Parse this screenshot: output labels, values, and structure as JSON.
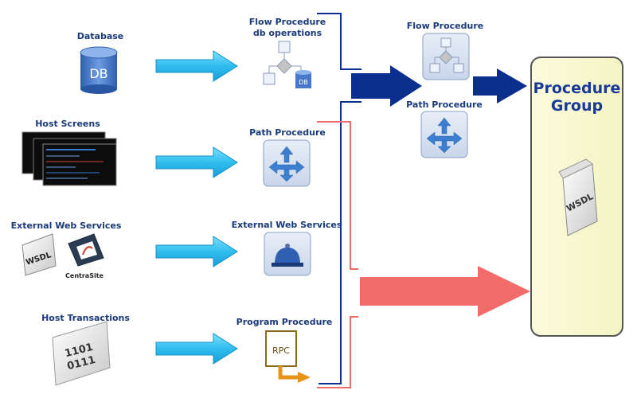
{
  "sources": {
    "database": {
      "label": "Database",
      "icon_text": "DB"
    },
    "host_screens": {
      "label": "Host Screens"
    },
    "external_web_services": {
      "label": "External Web Services",
      "wsdl_text": "WSDL",
      "centrasite_text": "CentraSite"
    },
    "host_transactions": {
      "label": "Host Transactions",
      "binary_line1": "1101",
      "binary_line2": "0111"
    }
  },
  "procedures": {
    "flow_db": {
      "label_line1": "Flow Procedure",
      "label_line2": "db operations",
      "db_badge": "DB"
    },
    "path": {
      "label": "Path Procedure"
    },
    "external_web_services": {
      "label": "External Web Services"
    },
    "program": {
      "label": "Program Procedure",
      "rpc_text": "RPC"
    }
  },
  "group_members": {
    "flow": {
      "label": "Flow Procedure"
    },
    "path": {
      "label": "Path Procedure"
    }
  },
  "procedure_group": {
    "title_line1": "Procedure",
    "title_line2": "Group",
    "wsdl_text": "WSDL"
  },
  "colors": {
    "label_text": "#1a3a78",
    "cyan_arrow": "#3cc4f0",
    "navy_arrow": "#0a2f8c",
    "salmon_arrow": "#f26b6b",
    "group_fill": "#fafad2",
    "group_title": "#1a3a9a"
  }
}
